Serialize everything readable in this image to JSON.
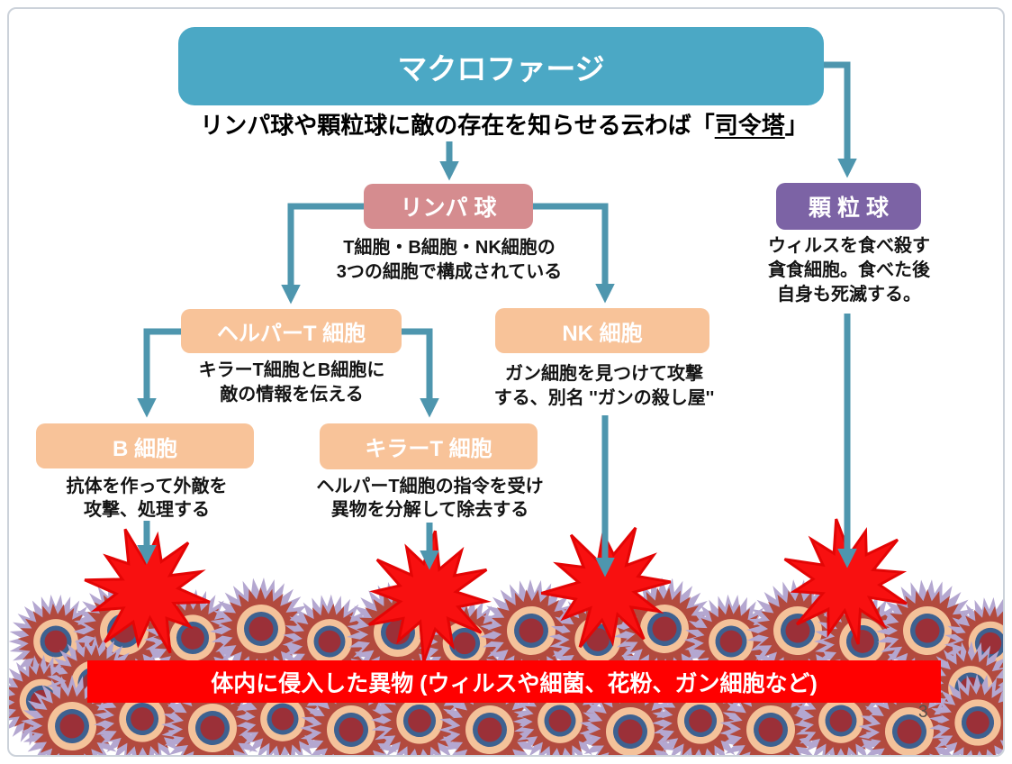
{
  "slide": {
    "page_number": "3"
  },
  "macrophage": {
    "title": "マクロファージ",
    "subtitle": {
      "prefix": "リンパ球や顆粒球に敵の存在を知らせる云わば「",
      "emphasis": "司令塔",
      "suffix": "」"
    }
  },
  "nodes": {
    "lymphocyte": {
      "label": "リンパ 球",
      "description": "T細胞・B細胞・NK細胞の\n3つの細胞で構成されている"
    },
    "granulocyte": {
      "label": "顆 粒 球",
      "description": "ウィルスを食べ殺す\n貪食細胞。食べた後\n自身も死滅する。"
    },
    "helper_t_cell": {
      "label": "ヘルパーT 細胞",
      "description": "キラーT細胞とB細胞に\n敵の情報を伝える"
    },
    "nk_cell": {
      "label": "NK 細胞",
      "description": "ガン細胞を見つけて攻撃\nする、別名 ''ガンの殺し屋''"
    },
    "b_cell": {
      "label": "B 細胞",
      "description": "抗体を作って外敵を\n攻撃、処理する"
    },
    "killer_t_cell": {
      "label": "キラーT 細胞",
      "description": "ヘルパーT細胞の指令を受け\n異物を分解して除去する"
    }
  },
  "banner": {
    "label": "体内に侵入した異物 (ウィルスや細菌、花粉、ガン細胞など)"
  },
  "colors": {
    "macrophage_box": "#4ba8c5",
    "lymphocyte_box": "#d58c8f",
    "granulocyte_box": "#7c63a5",
    "cell_box": "#f8c399",
    "connector": "#4e96ae",
    "banner_red": "#ff0000",
    "explosion_red": "#f81010",
    "cell_spike": "#b4a7d0",
    "cell_ring": "#b24a3e",
    "cell_body": "#f4c29a",
    "cell_membrane": "#3e6190",
    "cell_nucleus": "#9b3038"
  }
}
